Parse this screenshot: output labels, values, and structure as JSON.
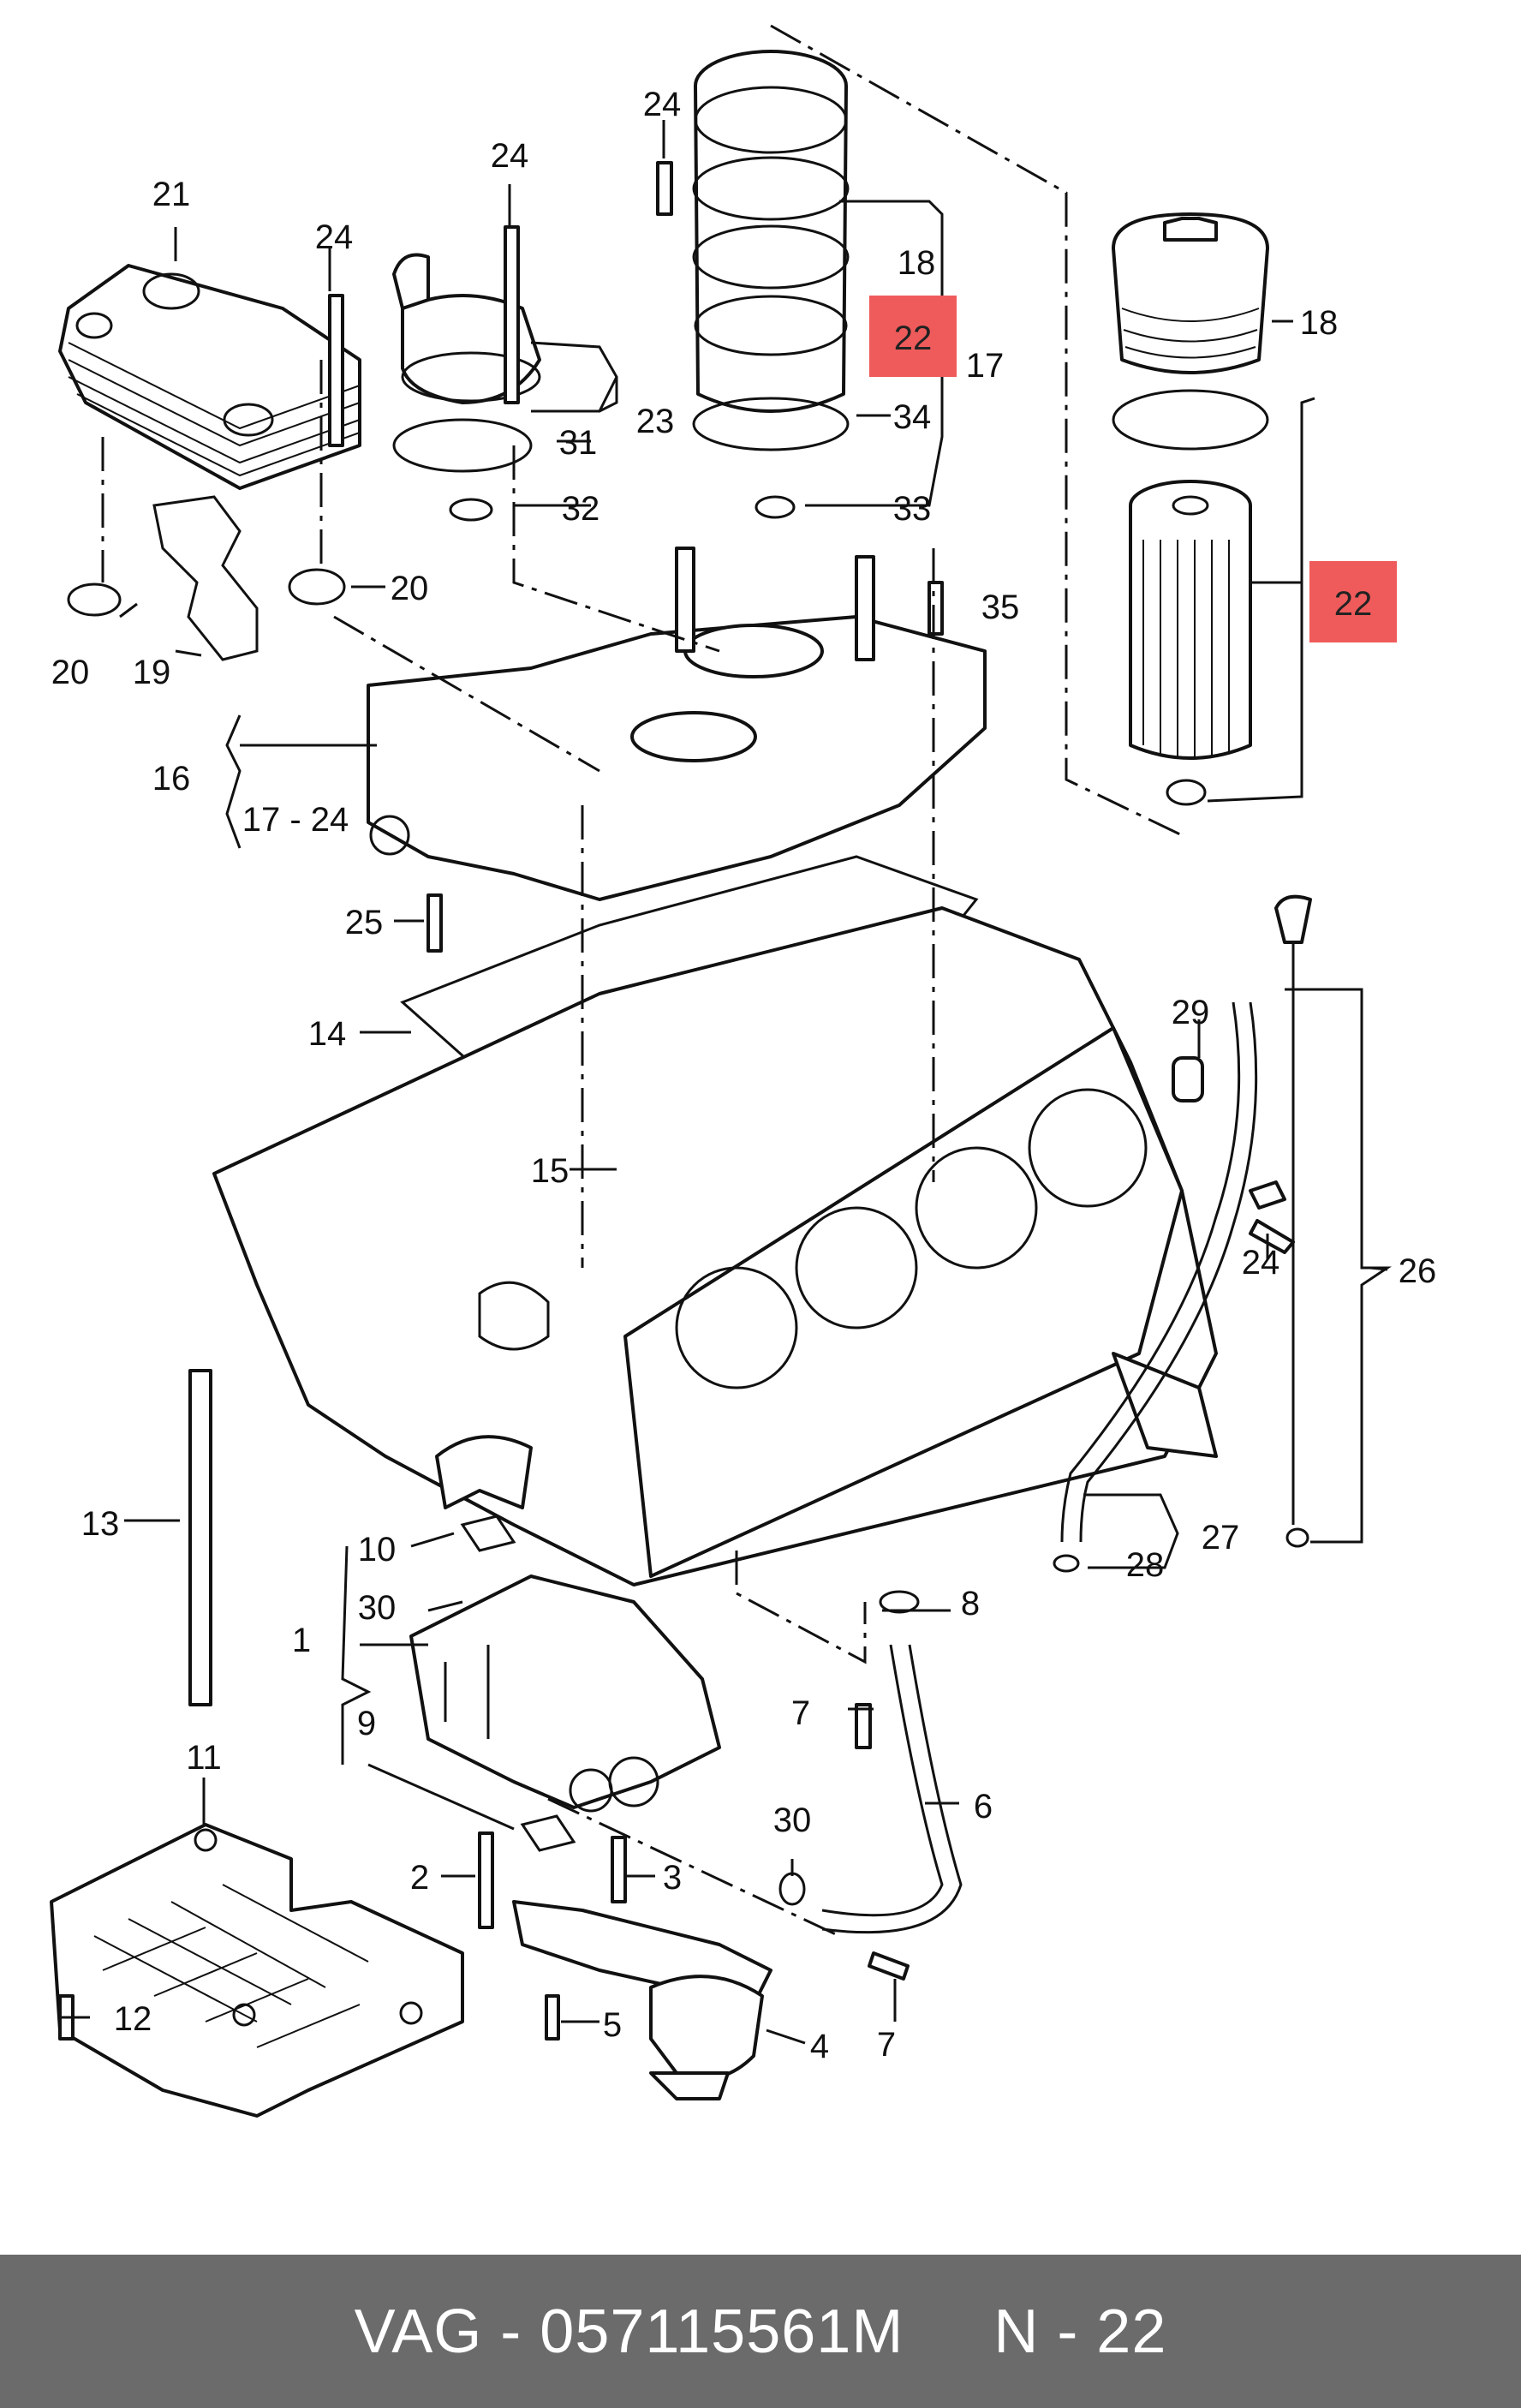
{
  "diagram": {
    "callouts": {
      "c1": "1",
      "c2": "2",
      "c3": "3",
      "c4": "4",
      "c5": "5",
      "c6": "6",
      "c7a": "7",
      "c7b": "7",
      "c8": "8",
      "c9": "9",
      "c10": "10",
      "c11": "11",
      "c12": "12",
      "c13": "13",
      "c14": "14",
      "c15": "15",
      "c16": "16",
      "c17a": "17",
      "c17_24": "17 - 24",
      "c18a": "18",
      "c18b": "18",
      "c19": "19",
      "c20a": "20",
      "c20b": "20",
      "c21": "21",
      "c22a": "22",
      "c22b": "22",
      "c23": "23",
      "c24a": "24",
      "c24b": "24",
      "c24c": "24",
      "c24d": "24",
      "c25": "25",
      "c26": "26",
      "c27": "27",
      "c28": "28",
      "c29": "29",
      "c30a": "30",
      "c30b": "30",
      "c31": "31",
      "c32": "32",
      "c33": "33",
      "c34": "34",
      "c35": "35"
    },
    "highlight_color": "#ef5b5b"
  },
  "footer": {
    "text": "VAG - 057115561M     N - 22",
    "background": "#6b6b6b"
  }
}
